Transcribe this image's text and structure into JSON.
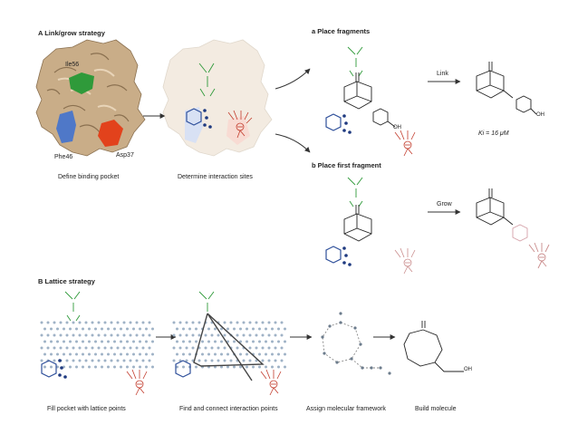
{
  "sectionA": {
    "title": "A  Link/grow strategy",
    "label_ile": "Ile56",
    "label_phe": "Phe46",
    "label_asp": "Asp37",
    "caption_pocket": "Define binding pocket",
    "caption_sites": "Determine interaction sites"
  },
  "panel_a": {
    "title": "a   Place fragments",
    "arrow_label": "Link",
    "oh_label_frag": "OH",
    "oh_label_product": "OH",
    "ki_text": "Ki = 16 μM"
  },
  "panel_b": {
    "title": "b   Place first fragment",
    "arrow_label": "Grow"
  },
  "sectionB": {
    "title": "B  Lattice strategy",
    "caption_fill": "Fill pocket with lattice points",
    "caption_connect": "Find and connect interaction points",
    "caption_assign": "Assign molecular framework",
    "caption_build": "Build molecule",
    "oh_label": "OH"
  },
  "colors": {
    "green": "#2f9a3a",
    "blue": "#2e4f9a",
    "red": "#c23a2a",
    "pink": "#c98b8b",
    "lattice": "#9fb2c6",
    "surface": "#c9ad88"
  }
}
